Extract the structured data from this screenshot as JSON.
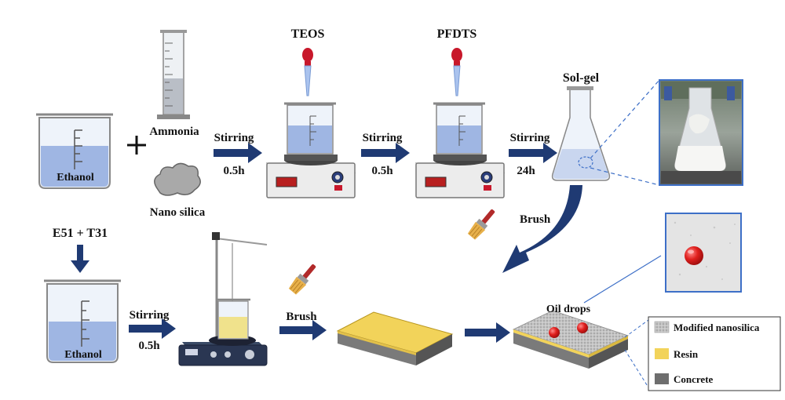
{
  "labels": {
    "ethanol_top": "Ethanol",
    "ammonia": "Ammonia",
    "nano_silica": "Nano silica",
    "teos": "TEOS",
    "pfdts": "PFDTS",
    "sol_gel": "Sol-gel",
    "stirring_1": "Stirring",
    "time_1": "0.5h",
    "stirring_2": "Stirring",
    "time_2": "0.5h",
    "stirring_3": "Stirring",
    "time_3": "24h",
    "brush_top": "Brush",
    "e51_t31": "E51 + T31",
    "ethanol_bottom": "Ethanol",
    "stirring_4": "Stirring",
    "time_4": "0.5h",
    "brush_bottom": "Brush",
    "oil_drops": "Oil drops"
  },
  "legend": {
    "items": [
      {
        "label": "Modified nanosilica",
        "color": "#b8b8b8"
      },
      {
        "label": "Resin",
        "color": "#f2d35a"
      },
      {
        "label": "Concrete",
        "color": "#6e6e6e"
      }
    ]
  },
  "colors": {
    "arrow": "#1f3a73",
    "liquid_blue": "#9fb6e3",
    "resin_yellow": "#f2d35a",
    "concrete_gray": "#6e6e6e",
    "oil_red": "#e0201e",
    "dropper_red": "#c8182b",
    "callout_blue": "#3d6fc7"
  }
}
